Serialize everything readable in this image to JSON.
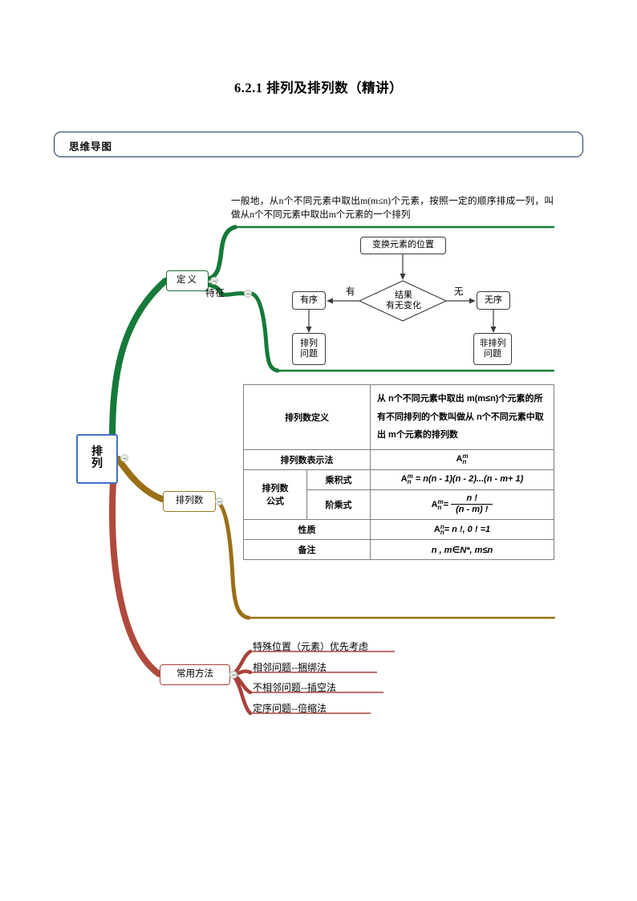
{
  "document": {
    "title": "6.2.1  排列及排列数（精讲）",
    "section_header": "思维导图"
  },
  "mindmap": {
    "root": {
      "label_line1": "排",
      "label_line2": "列",
      "color": "#4472c4"
    },
    "branches": {
      "definition": {
        "label": "定义",
        "color": "#1d6b38",
        "definition_text": "一般地，从n个不同元素中取出m(m≤n)个元素，按照一定的顺序排成一列，叫做从n个不同元素中取出m个元素的一个排列",
        "feature_label": "特征",
        "flowchart": {
          "top_box": "变换元素的位置",
          "decision_line1": "结果",
          "decision_line2": "有无变化",
          "edge_left": "有",
          "edge_right": "无",
          "left_box": "有序",
          "right_box": "无序",
          "left_result_line1": "排列",
          "left_result_line2": "问题",
          "right_result_line1": "非排列",
          "right_result_line2": "问题"
        }
      },
      "permutation_number": {
        "label": "排列数",
        "color": "#9a7b1e"
      },
      "common_methods": {
        "label": "常用方法",
        "color": "#a8413a",
        "items": [
          "特殊位置（元素）优先考虑",
          "相邻问题--捆绑法",
          "不相邻问题--插空法",
          "定序问题--倍缩法"
        ]
      }
    }
  },
  "table": {
    "rows": {
      "definition_label": "排列数定义",
      "definition_value": "从 n个不同元素中取出 m(m≤n)个元素的所有不同排列的个数叫做从 n个不同元素中取出 m个元素的排列数",
      "notation_label": "排列数表示法",
      "notation_value": "A",
      "formula_label_line1": "排列数",
      "formula_label_line2": "公式",
      "product_label": "乘积式",
      "product_value": "= n(n - 1)(n - 2)...(n - m+ 1)",
      "factorial_label": "阶乘式",
      "factorial_num": "n !",
      "factorial_den": "(n - m) !",
      "property_label": "性质",
      "property_value": "= n !, 0 ! =1",
      "note_label": "备注",
      "note_value": "n , m∈N*, m≤n"
    }
  }
}
